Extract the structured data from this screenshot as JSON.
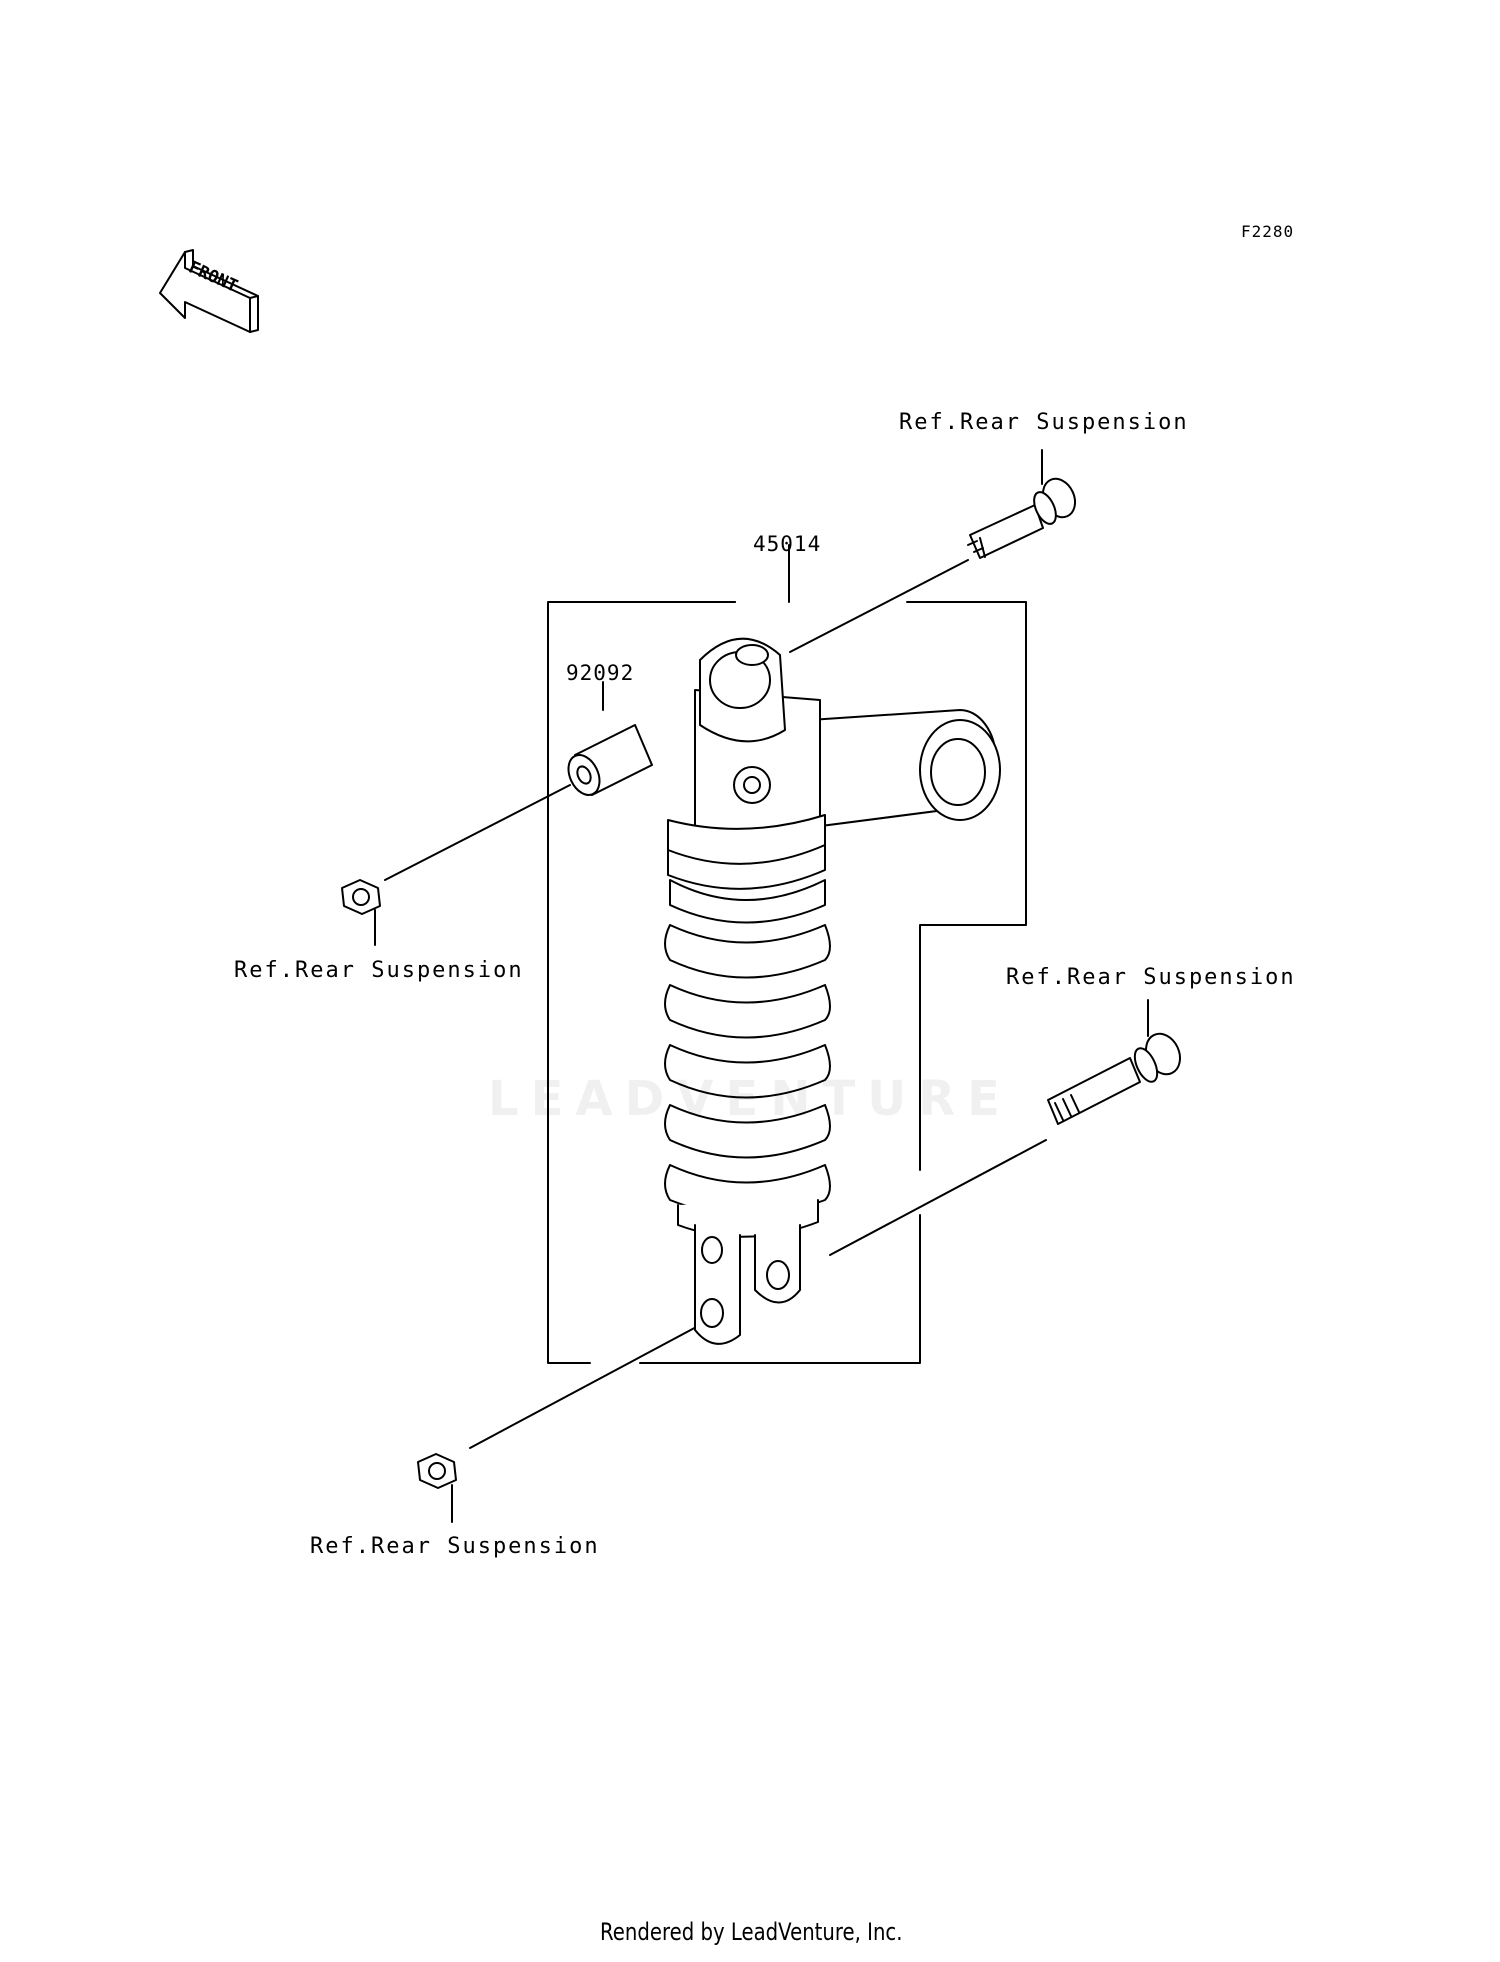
{
  "diagram_code": "F2280",
  "front_arrow_text": "FRONT",
  "part_numbers": {
    "shock_absorber": "45014",
    "collar": "92092"
  },
  "references": {
    "top_bolt": "Ref.Rear Suspension",
    "left_nut": "Ref.Rear Suspension",
    "right_bolt": "Ref.Rear Suspension",
    "bottom_nut": "Ref.Rear Suspension"
  },
  "watermark": "LEADVENTURE",
  "footer": "Rendered by LeadVenture, Inc."
}
